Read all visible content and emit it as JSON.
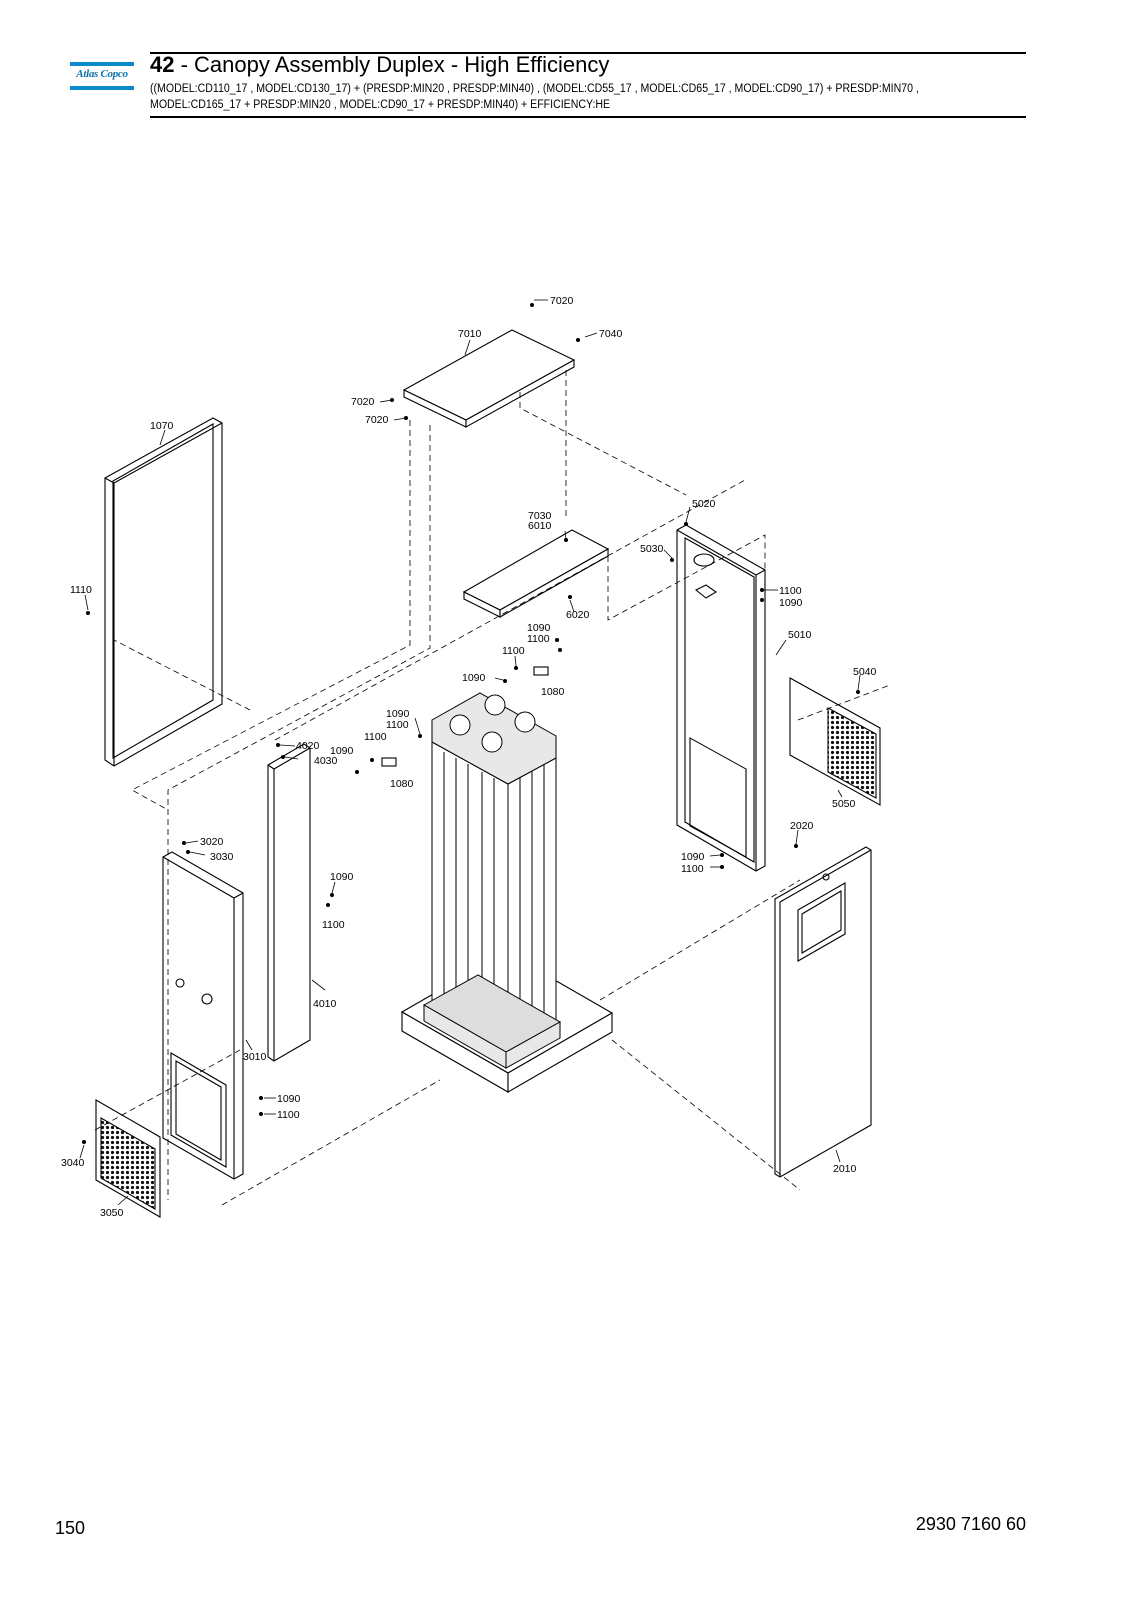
{
  "header": {
    "logo_text": "Atlas Copco",
    "section_number": "42",
    "title": " - Canopy Assembly Duplex - High Efficiency",
    "subtitle": "((MODEL:CD110_17 , MODEL:CD130_17) + (PRESDP:MIN20 , PRESDP:MIN40) , (MODEL:CD55_17 , MODEL:CD65_17 , MODEL:CD90_17) + PRESDP:MIN70 , MODEL:CD165_17 + PRESDP:MIN20 , MODEL:CD90_17 + PRESDP:MIN40) + EFFICIENCY:HE"
  },
  "footer": {
    "page_number": "150",
    "document_number": "2930 7160 60"
  },
  "diagram": {
    "callouts": [
      "7020",
      "7040",
      "7010",
      "7020",
      "7020",
      "1070",
      "1110",
      "7030",
      "6010",
      "6020",
      "5020",
      "5030",
      "1100",
      "1090",
      "5010",
      "5040",
      "5050",
      "1090",
      "1100",
      "1100",
      "1090",
      "1080",
      "1090",
      "1100",
      "1100",
      "1090",
      "1080",
      "4020",
      "4030",
      "3020",
      "3030",
      "1090",
      "1100",
      "4010",
      "3010",
      "1090",
      "1100",
      "3040",
      "3050",
      "2020",
      "1090",
      "1100",
      "2010"
    ]
  }
}
